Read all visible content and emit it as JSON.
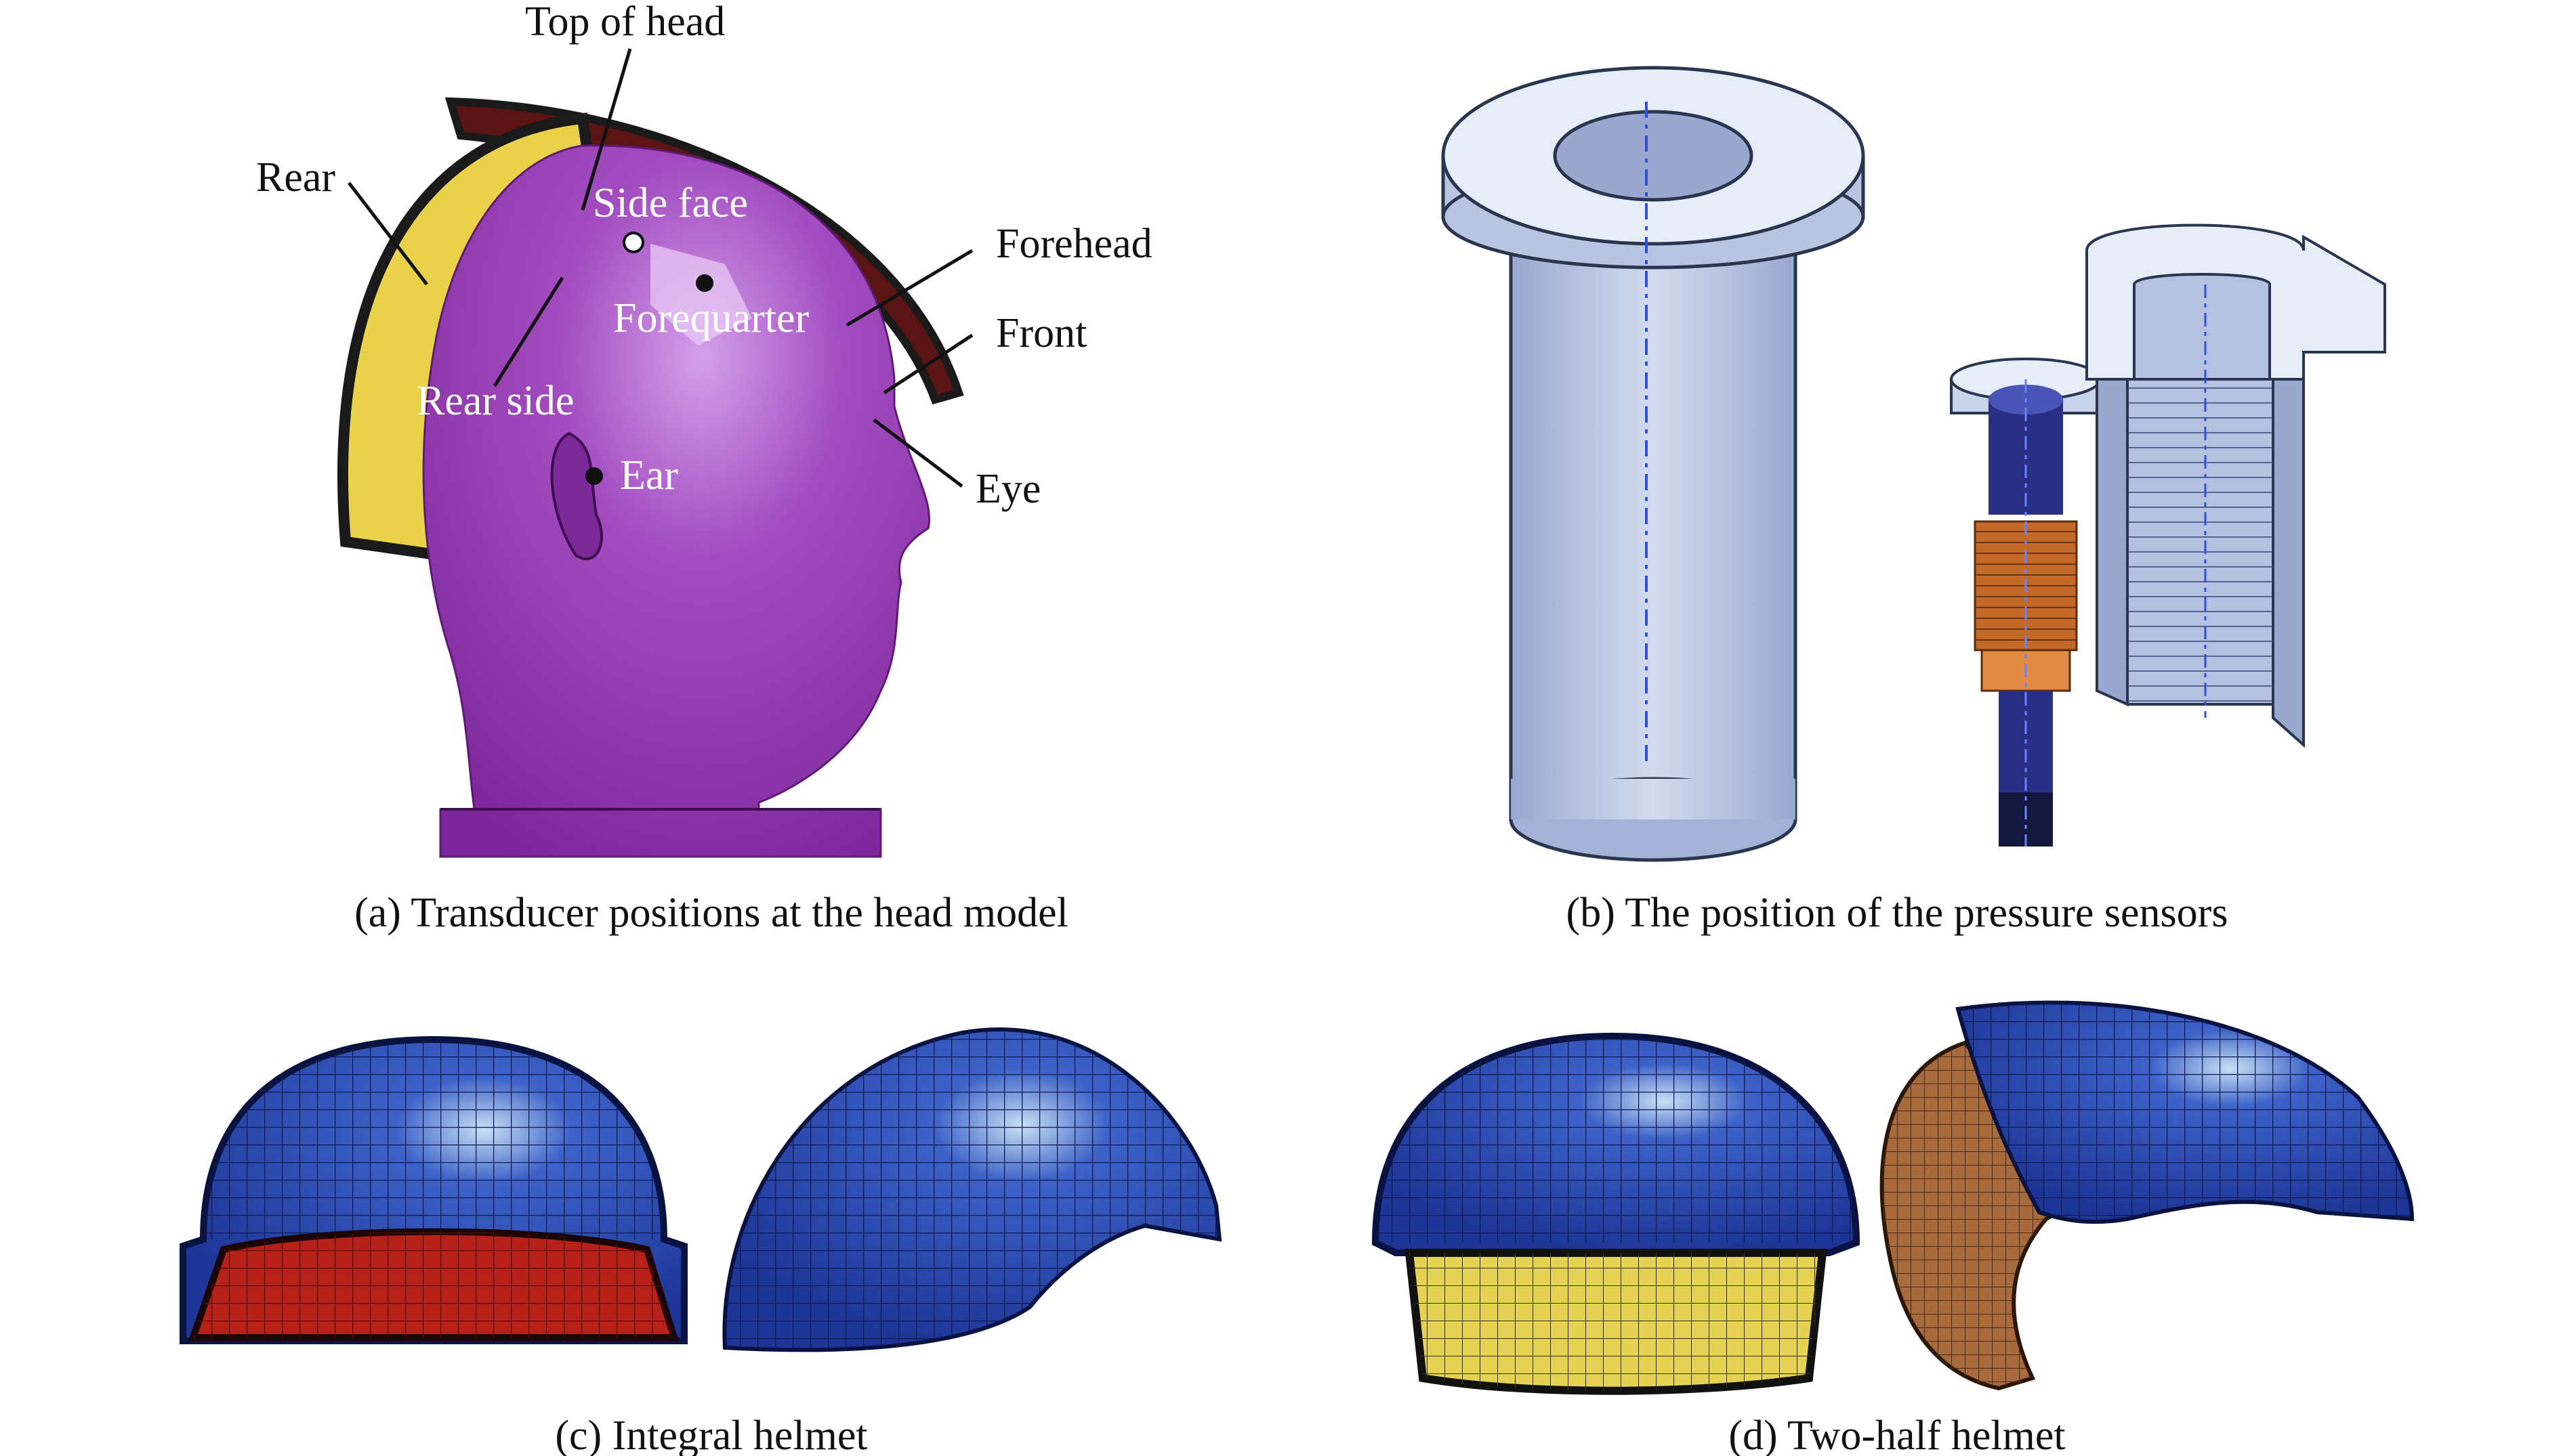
{
  "panels": {
    "a": {
      "caption": "(a) Transducer positions at the head model",
      "labels": {
        "top_of_head": "Top of head",
        "rear": "Rear",
        "side_face": "Side face",
        "forehead": "Forehead",
        "forequarter": "Forequarter",
        "front": "Front",
        "rear_side": "Rear side",
        "ear": "Ear",
        "eye": "Eye"
      },
      "colors": {
        "head": "#8f33a8",
        "head_light": "#c98ee0",
        "liner": "#e9d24a",
        "shell": "#5a1414",
        "shell_edge": "#1a1a1a"
      }
    },
    "b": {
      "caption": "(b) The position of the pressure sensors",
      "colors": {
        "body": "#a8b6dc",
        "top": "#e4ecf6",
        "rod": "#2a2f86",
        "copper": "#c46a28"
      }
    },
    "c": {
      "caption": "(c) Integral helmet",
      "colors": {
        "shell": "#1f3ea0",
        "liner": "#b8201a"
      }
    },
    "d": {
      "caption": "(d) Two-half helmet",
      "colors": {
        "shell": "#1f3ea0",
        "liner_front": "#e6d252",
        "liner_side": "#a86a3c"
      }
    }
  }
}
